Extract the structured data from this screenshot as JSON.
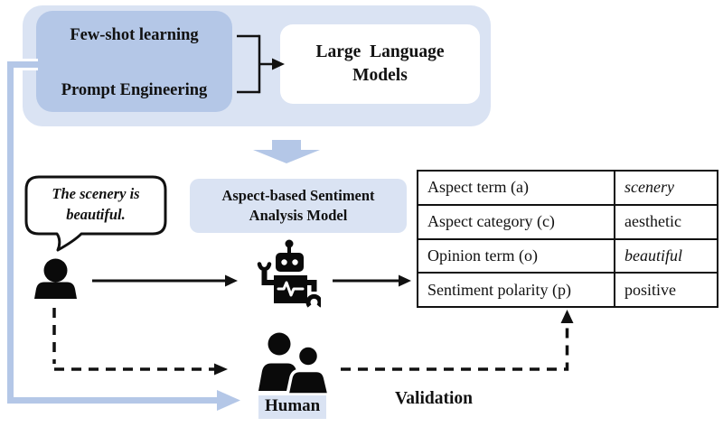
{
  "colors": {
    "accent_medium": "#b4c7e7",
    "accent_light": "#dae3f3",
    "ink": "#111111",
    "white": "#ffffff"
  },
  "top": {
    "techniques": {
      "item1": "Few-shot learning",
      "item2": "Prompt Engineering"
    },
    "llm": {
      "line1": "Large Language",
      "line2": "Models"
    }
  },
  "flow": {
    "bubble": {
      "line1": "The scenery is",
      "line2": "beautiful."
    },
    "absa": {
      "line1": "Aspect-based Sentiment",
      "line2": "Analysis Model"
    },
    "human_label": "Human",
    "validation_label": "Validation"
  },
  "table": {
    "rows": [
      {
        "label": "Aspect term (a)",
        "value": "scenery"
      },
      {
        "label": "Aspect category (c)",
        "value": "aesthetic"
      },
      {
        "label": "Opinion term (o)",
        "value": "beautiful"
      },
      {
        "label": "Sentiment polarity (p)",
        "value": "positive"
      }
    ]
  },
  "icons": {
    "user": "user-icon",
    "robot": "robot-icon",
    "humans": "users-icon",
    "down_block_arrow": "block-arrow-down-icon"
  }
}
